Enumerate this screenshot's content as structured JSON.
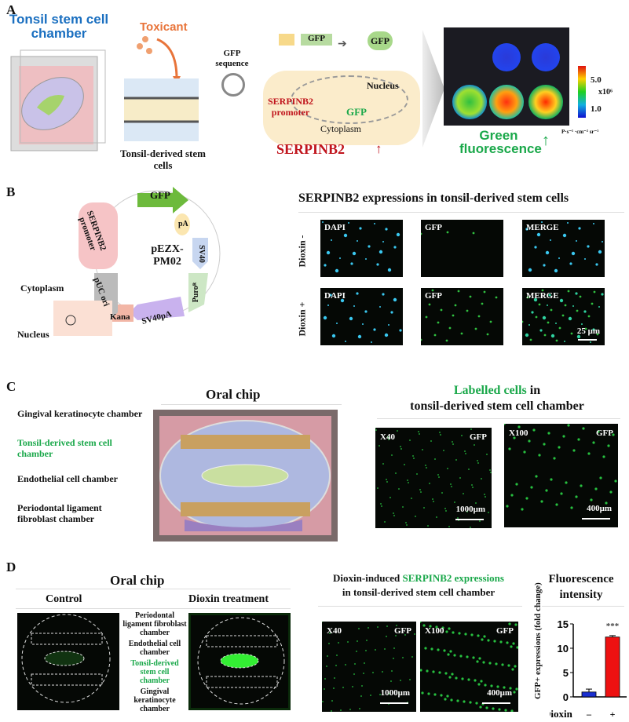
{
  "panelA": {
    "letter": "A",
    "chamber_title": "Tonsil stem cell chamber",
    "toxicant": "Toxicant",
    "cells_label": "Tonsil-derived stem cells",
    "gfp_sequence": "GFP sequence",
    "gfp_gene": "GFP",
    "gfp_protein": "GFP",
    "nucleus": "Nucleus",
    "promoter": "SERPINB2 promoter",
    "gfp_in_nucleus": "GFP",
    "cytoplasm": "Cytoplasm",
    "serpinb2": "SERPINB2",
    "colorbar_high": "5.0",
    "colorbar_unit": "x10⁶",
    "colorbar_low": "1.0",
    "units": "P·s⁻¹ ·cm⁻² sr⁻¹",
    "green_fluorescence": "Green fluorescence",
    "colors": {
      "blue": "#1a6fc0",
      "red": "#c0141c",
      "green": "#1aa84a",
      "orange": "#e8743a"
    }
  },
  "panelB": {
    "letter": "B",
    "plasmid_name": "pEZX-PM02",
    "elements": [
      "GFP",
      "pA",
      "SV40",
      "Puroᴿ",
      "SV40pA",
      "Kana",
      "pUC ori",
      "SERPINB2 promoter"
    ],
    "cytoplasm": "Cytoplasm",
    "nucleus": "Nucleus",
    "title": "SERPINB2 expressions in tonsil-derived stem cells",
    "rows": [
      "Dioxin -",
      "Dioxin +"
    ],
    "columns": [
      "DAPI",
      "GFP",
      "MERGE"
    ],
    "scale": "25 μm"
  },
  "panelC": {
    "letter": "C",
    "chip_title": "Oral chip",
    "labels": [
      "Gingival keratinocyte chamber",
      "Tonsil-derived stem cell chamber",
      "Endothelial cell chamber",
      "Periodontal ligament fibroblast  chamber"
    ],
    "title_green": "Labelled cells",
    "title_rest": " in",
    "title_line2": "tonsil-derived stem cell chamber",
    "images": [
      {
        "mag": "X40",
        "channel": "GFP",
        "scale": "1000μm"
      },
      {
        "mag": "X100",
        "channel": "GFP",
        "scale": "400μm"
      }
    ]
  },
  "panelD": {
    "letter": "D",
    "chip_title": "Oral chip",
    "control": "Control",
    "treatment": "Dioxin treatment",
    "labels": [
      "Periodontal ligament fibroblast chamber",
      "Endothelial cell chamber",
      "Tonsil-derived stem cell chamber",
      "Gingival keratinocyte chamber"
    ],
    "mid_title_a": "Dioxin-induced ",
    "mid_title_green": "SERPINB2 expressions",
    "mid_title_2": "in tonsil-derived stem cell chamber",
    "images": [
      {
        "mag": "X40",
        "channel": "GFP",
        "scale": "1000μm"
      },
      {
        "mag": "X100",
        "channel": "GFP",
        "scale": "400μm"
      }
    ],
    "chart_title": "Fluorescence intensity"
  },
  "chart_data": {
    "type": "bar",
    "categories": [
      "–",
      "+"
    ],
    "xlabel": "Dioxin",
    "ylabel": "GFP+ expressions (fold change)",
    "ylim": [
      0,
      15
    ],
    "yticks": [
      "0",
      "5",
      "10",
      "15"
    ],
    "values": [
      1.0,
      12.3
    ],
    "errors": [
      0.6,
      0.3
    ],
    "colors": [
      "#1a2fd0",
      "#ee1111"
    ],
    "annotation": "***",
    "grid": false
  }
}
